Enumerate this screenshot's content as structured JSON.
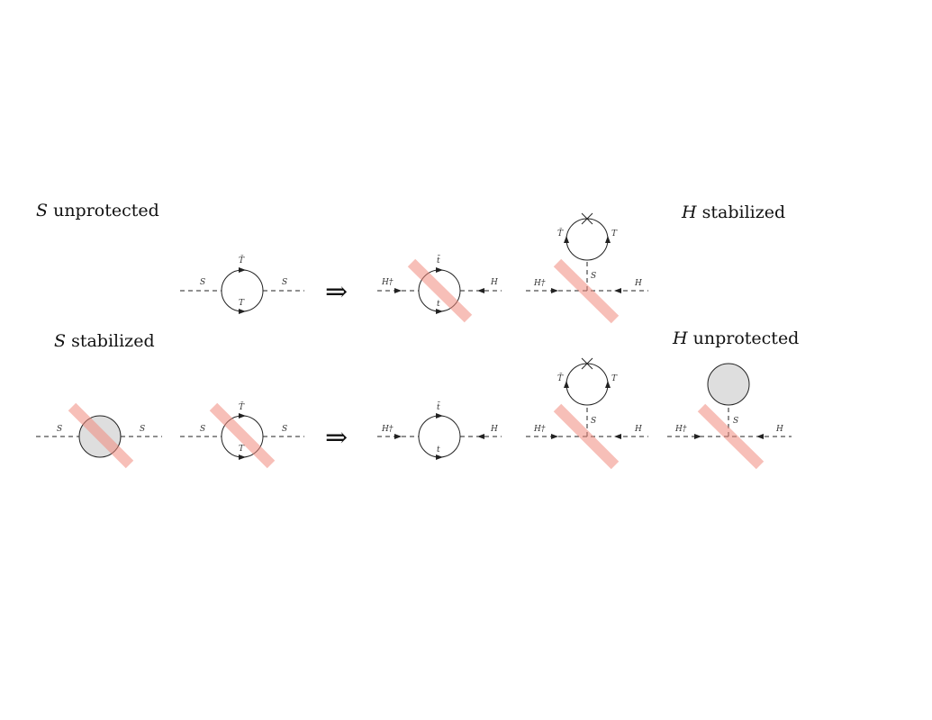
{
  "labels": {
    "s_unprotected": {
      "field": "S",
      "word": "unprotected"
    },
    "h_stabilized": {
      "field": "H",
      "word": "stabilized"
    },
    "s_stabilized": {
      "field": "S",
      "word": "stabilized"
    },
    "h_unprotected": {
      "field": "H",
      "word": "unprotected"
    }
  },
  "implies": "⇒",
  "particles": {
    "S": "S",
    "H": "H",
    "H_dag": "H†",
    "T": "T",
    "T_bar": "T̄",
    "t": "t",
    "t_bar": "t̄"
  },
  "colors": {
    "slash": "#f08a7e",
    "blob": "#dedede",
    "line": "#222222"
  }
}
